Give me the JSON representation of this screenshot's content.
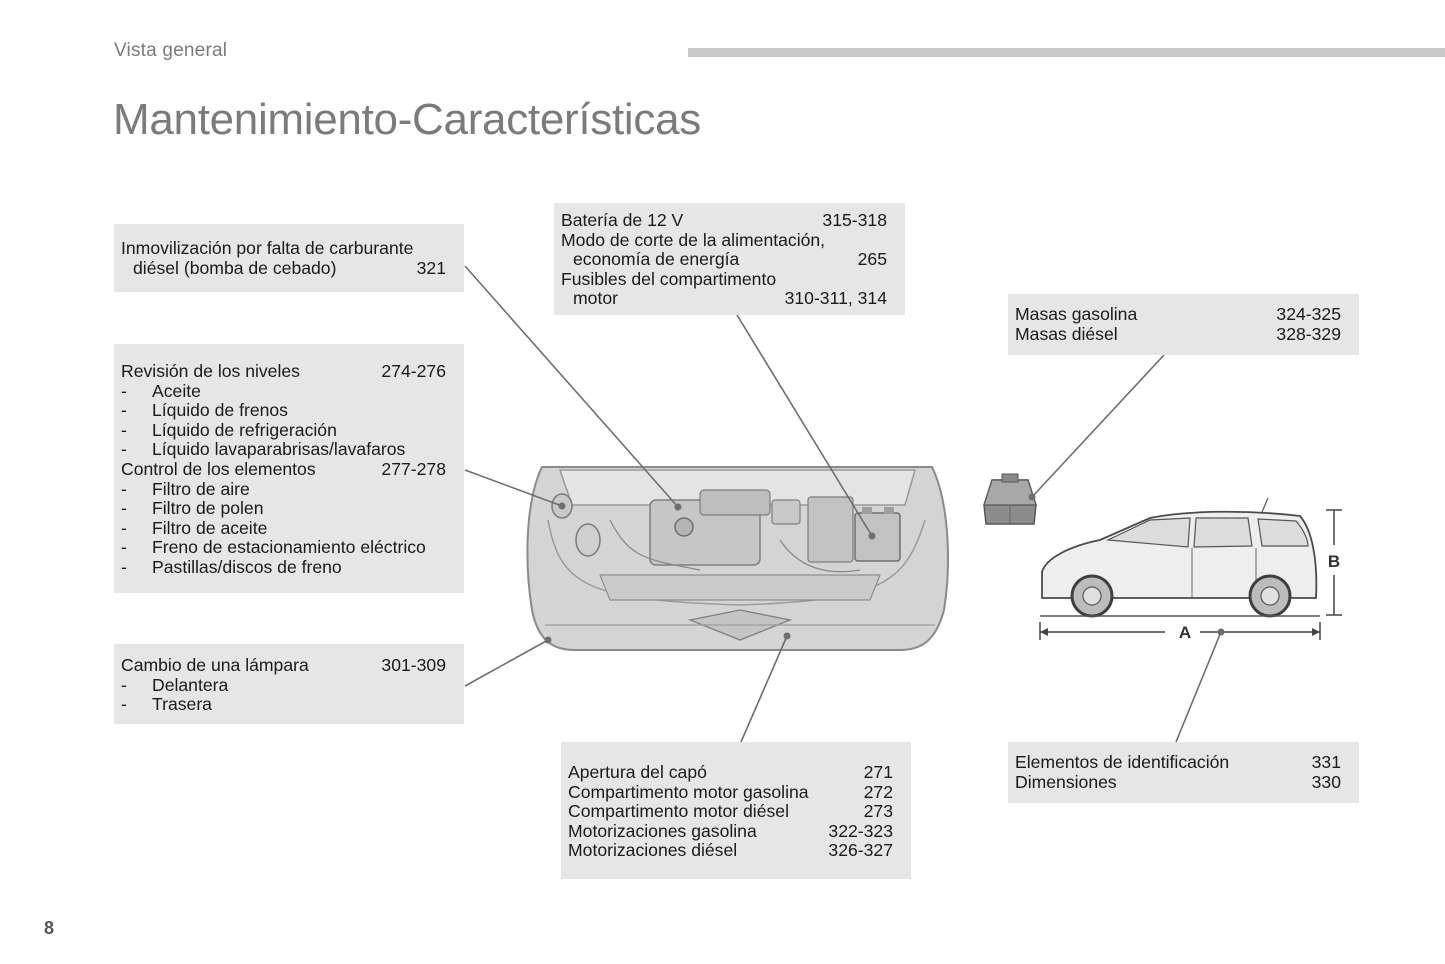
{
  "header": {
    "section_label": "Vista general",
    "title": "Mantenimiento-Características"
  },
  "page_number": "8",
  "boxes": {
    "inmovilizacion": {
      "line1": "Inmovilización por falta de carburante",
      "line2_label": "diésel (bomba de cebado)",
      "line2_num": "321"
    },
    "bateria": {
      "r1_label": "Batería de 12 V",
      "r1_num": "315-318",
      "r2_label": "Modo de corte de la alimentación,",
      "r3_label": "economía de energía",
      "r3_num": "265",
      "r4_label": "Fusibles del compartimento",
      "r5_label": "motor",
      "r5_num": "310-311, 314"
    },
    "masas": {
      "r1_label": "Masas gasolina",
      "r1_num": "324-325",
      "r2_label": "Masas diésel",
      "r2_num": "328-329"
    },
    "revision": {
      "niveles_label": "Revisión de los niveles",
      "niveles_num": "274-276",
      "niveles_items": [
        "Aceite",
        "Líquido de frenos",
        "Líquido de refrigeración",
        "Líquido lavaparabrisas/lavafaros"
      ],
      "control_label": "Control de los elementos",
      "control_num": "277-278",
      "control_items": [
        "Filtro de aire",
        "Filtro de polen",
        "Filtro de aceite",
        "Freno de estacionamiento eléctrico",
        "Pastillas/discos de freno"
      ],
      "dash": "-"
    },
    "lampara": {
      "label": "Cambio de una lámpara",
      "num": "301-309",
      "items": [
        "Delantera",
        "Trasera"
      ],
      "dash": "-"
    },
    "apertura": {
      "rows": [
        {
          "label": "Apertura del capó",
          "num": "271"
        },
        {
          "label": "Compartimento motor gasolina",
          "num": "272"
        },
        {
          "label": "Compartimento motor diésel",
          "num": "273"
        },
        {
          "label": "Motorizaciones gasolina",
          "num": "322-323"
        },
        {
          "label": "Motorizaciones diésel",
          "num": "326-327"
        }
      ]
    },
    "identificacion": {
      "r1_label": "Elementos de identificación",
      "r1_num": "331",
      "r2_label": "Dimensiones",
      "r2_num": "330"
    }
  },
  "illustrations": {
    "engine": "engine-bay-illustration",
    "weight": "trailer-weight-illustration",
    "car": "car-side-view-illustration",
    "dimension_a": "A",
    "dimension_b": "B"
  },
  "colors": {
    "box_bg": "#e6e6e6",
    "title_gray": "#7b7b7b",
    "bar_gray": "#c8c8c8",
    "leader_line": "#6e6e6e"
  }
}
